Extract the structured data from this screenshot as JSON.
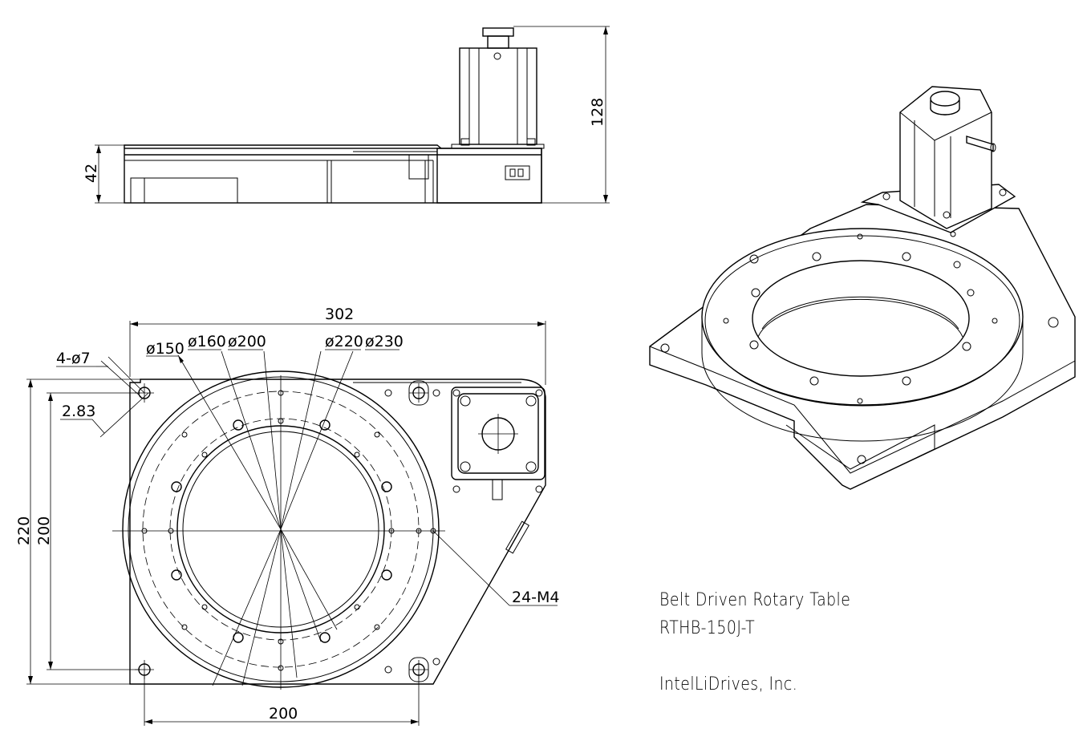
{
  "title_block": {
    "product_name": "Belt Driven Rotary Table",
    "model": "RTHB-150J-T",
    "company": "IntelLiDrives, Inc."
  },
  "dimensions": {
    "side_height_total": "128",
    "side_height_base": "42",
    "top_width": "302",
    "bottom_width": "200",
    "left_height_outer": "220",
    "left_height_inner": "200",
    "mount_holes": "4-ø7",
    "hole_offset": "2.83",
    "threaded_holes": "24-M4",
    "diameters": [
      "ø150",
      "ø160",
      "ø200",
      "ø220",
      "ø230"
    ]
  }
}
